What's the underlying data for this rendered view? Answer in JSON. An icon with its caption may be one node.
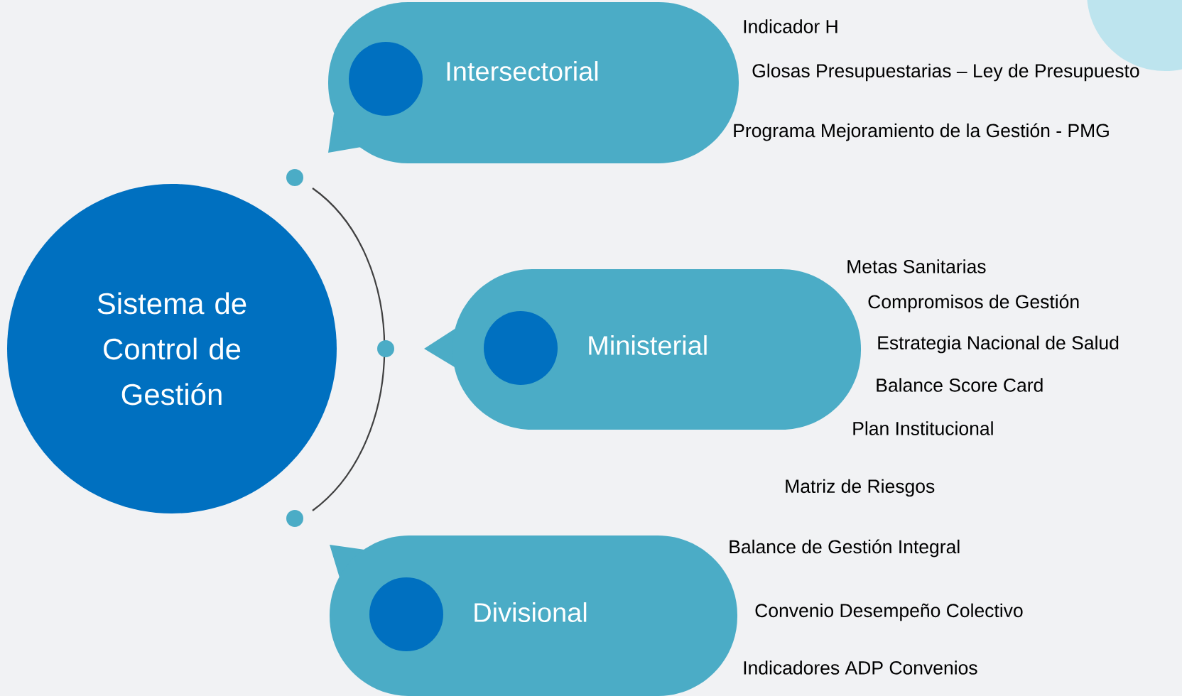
{
  "diagram": {
    "nodes": [
      {
        "text": [
          "Sistema de Control de Gestión"
        ]
      },
      {
        "text": [
          "Intersectorial"
        ],
        "beside": [
          "Indicador H",
          "Glosas Presupuestarias – Ley de Presupuesto",
          "Programa Mejoramiento de la Gestión - PMG"
        ]
      },
      {
        "text": [
          "Ministerial"
        ],
        "beside": [
          "Metas Sanitarias",
          "Compromisos de Gestión",
          "Estrategia Nacional de Salud",
          "Balance Score Card",
          "Plan Institucional"
        ]
      },
      {
        "text": [
          "Divisional"
        ],
        "beside": [
          "Matriz de Riesgos",
          "Balance de Gestión Integral",
          "Convenio Desempeño Colectivo",
          "Indicadores ADP Convenios"
        ]
      }
    ]
  }
}
